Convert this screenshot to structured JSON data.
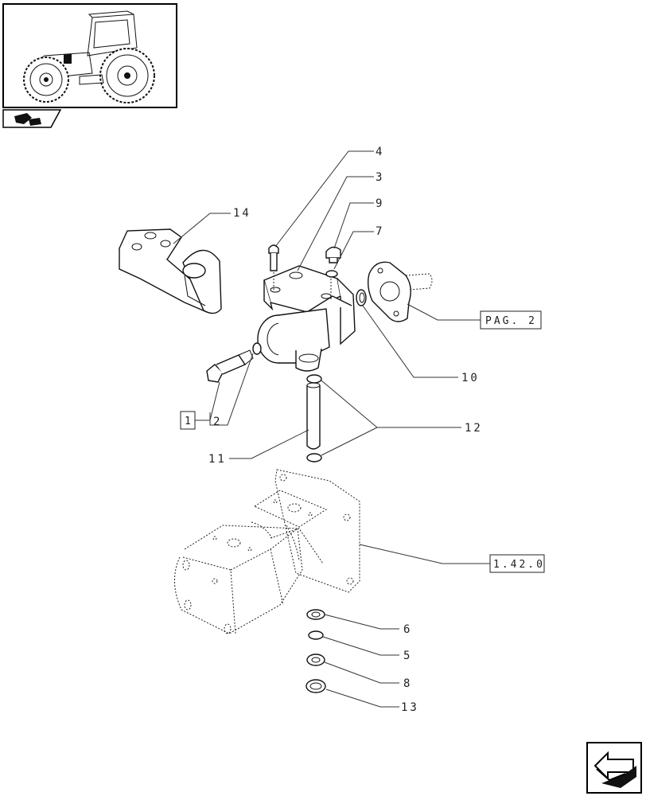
{
  "callouts": {
    "c4": "4",
    "c3": "3",
    "c9": "9",
    "c7": "7",
    "c14": "14",
    "c10": "10",
    "c12": "12",
    "c11": "11",
    "c2": "2",
    "c6": "6",
    "c5": "5",
    "c8": "8",
    "c13": "13"
  },
  "refs": {
    "box_1": "1",
    "pag_2": "PAG. 2",
    "ref_1420": "1.42.0"
  }
}
